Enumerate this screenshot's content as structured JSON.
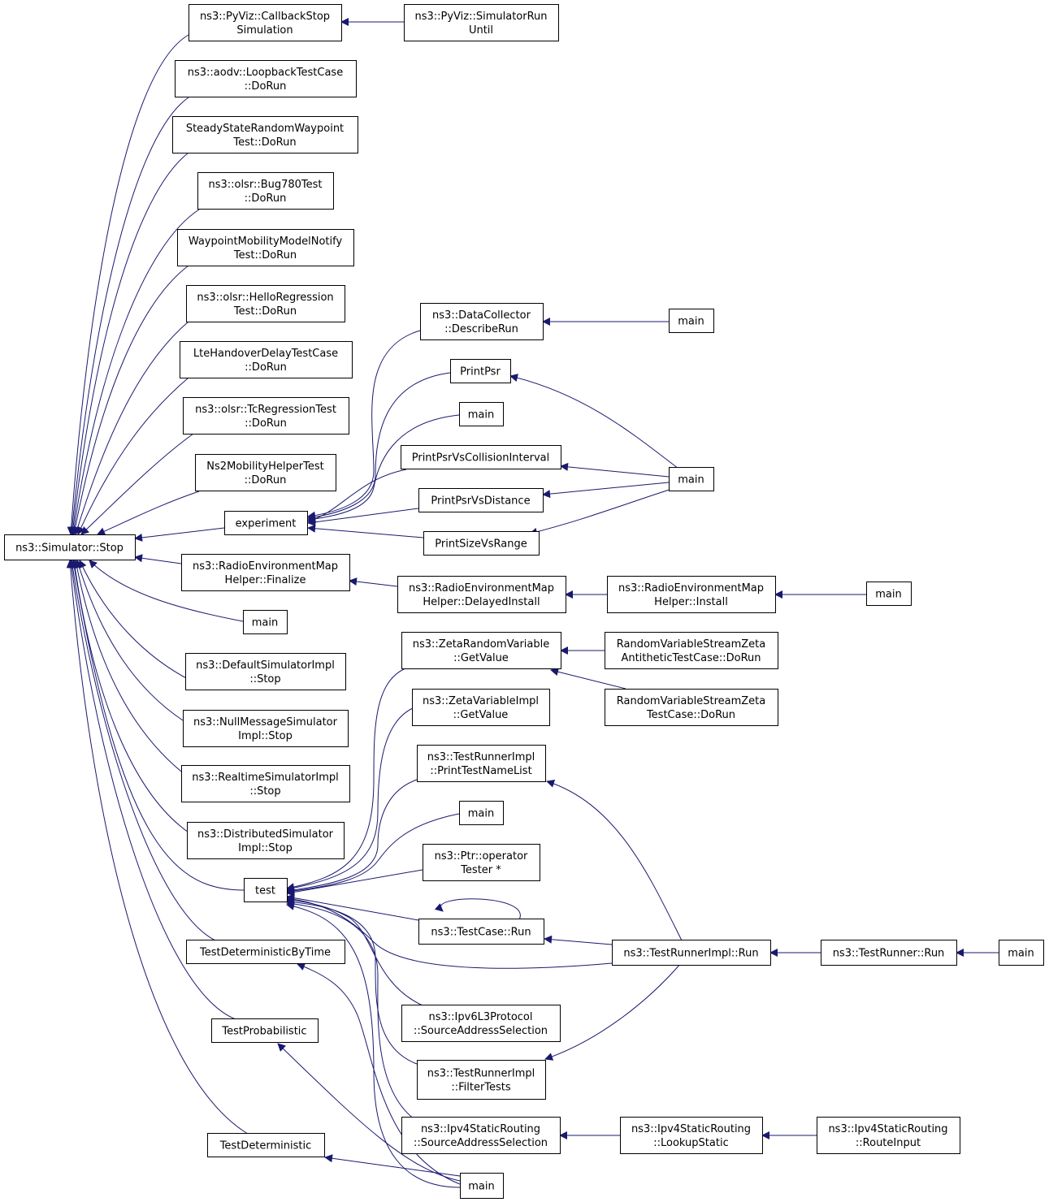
{
  "colors": {
    "edge": "#191970",
    "root_fill": "#bfbfbf",
    "node_fill": "#ffffff",
    "node_border": "#000000",
    "highlight_border": "#ff0000"
  },
  "nodes": {
    "n_stop": {
      "lines": [
        "ns3::Simulator::Stop"
      ],
      "root": true
    },
    "n_cbstop": {
      "lines": [
        "ns3::PyViz::CallbackStop",
        "Simulation"
      ]
    },
    "n_simrun": {
      "lines": [
        "ns3::PyViz::SimulatorRun",
        "Until"
      ]
    },
    "n_aodv": {
      "lines": [
        "ns3::aodv::LoopbackTestCase",
        "::DoRun"
      ]
    },
    "n_steady": {
      "lines": [
        "SteadyStateRandomWaypoint",
        "Test::DoRun"
      ]
    },
    "n_bug780": {
      "lines": [
        "ns3::olsr::Bug780Test",
        "::DoRun"
      ]
    },
    "n_waypoint": {
      "lines": [
        "WaypointMobilityModelNotify",
        "Test::DoRun"
      ]
    },
    "n_hello": {
      "lines": [
        "ns3::olsr::HelloRegression",
        "Test::DoRun"
      ]
    },
    "n_lteho": {
      "lines": [
        "LteHandoverDelayTestCase",
        "::DoRun"
      ]
    },
    "n_tcreg": {
      "lines": [
        "ns3::olsr::TcRegressionTest",
        "::DoRun"
      ]
    },
    "n_ns2mob": {
      "lines": [
        "Ns2MobilityHelperTest",
        "::DoRun"
      ]
    },
    "n_experiment": {
      "lines": [
        "experiment"
      ]
    },
    "n_remfinal": {
      "lines": [
        "ns3::RadioEnvironmentMap",
        "Helper::Finalize"
      ]
    },
    "n_main_a": {
      "lines": [
        "main"
      ]
    },
    "n_defsim": {
      "lines": [
        "ns3::DefaultSimulatorImpl",
        "::Stop"
      ]
    },
    "n_nullmsg": {
      "lines": [
        "ns3::NullMessageSimulator",
        "Impl::Stop"
      ]
    },
    "n_realtime": {
      "lines": [
        "ns3::RealtimeSimulatorImpl",
        "::Stop"
      ]
    },
    "n_distrib": {
      "lines": [
        "ns3::DistributedSimulator",
        "Impl::Stop"
      ]
    },
    "n_test": {
      "lines": [
        "test"
      ]
    },
    "n_tdbt": {
      "lines": [
        "TestDeterministicByTime"
      ]
    },
    "n_tprob": {
      "lines": [
        "TestProbabilistic"
      ]
    },
    "n_tdet": {
      "lines": [
        "TestDeterministic"
      ]
    },
    "n_describe": {
      "lines": [
        "ns3::DataCollector",
        "::DescribeRun"
      ]
    },
    "n_main_b": {
      "lines": [
        "main"
      ]
    },
    "n_printpsr": {
      "lines": [
        "PrintPsr"
      ]
    },
    "n_main_c": {
      "lines": [
        "main"
      ]
    },
    "n_psrcoll": {
      "lines": [
        "PrintPsrVsCollisionInterval"
      ]
    },
    "n_main_d": {
      "lines": [
        "main"
      ]
    },
    "n_psrdist": {
      "lines": [
        "PrintPsrVsDistance"
      ]
    },
    "n_sizerange": {
      "lines": [
        "PrintSizeVsRange"
      ]
    },
    "n_remdelay": {
      "lines": [
        "ns3::RadioEnvironmentMap",
        "Helper::DelayedInstall"
      ]
    },
    "n_reminst": {
      "lines": [
        "ns3::RadioEnvironmentMap",
        "Helper::Install"
      ]
    },
    "n_main_e": {
      "lines": [
        "main"
      ]
    },
    "n_zetarv": {
      "lines": [
        "ns3::ZetaRandomVariable",
        "::GetValue"
      ]
    },
    "n_rvsza": {
      "lines": [
        "RandomVariableStreamZeta",
        "AntitheticTestCase::DoRun"
      ]
    },
    "n_rvszt": {
      "lines": [
        "RandomVariableStreamZeta",
        "TestCase::DoRun"
      ]
    },
    "n_zetavi": {
      "lines": [
        "ns3::ZetaVariableImpl",
        "::GetValue"
      ]
    },
    "n_trprint": {
      "lines": [
        "ns3::TestRunnerImpl",
        "::PrintTestNameList"
      ]
    },
    "n_main_f": {
      "lines": [
        "main"
      ]
    },
    "n_ptrop": {
      "lines": [
        "ns3::Ptr::operator",
        "Tester *"
      ]
    },
    "n_tcrun": {
      "lines": [
        "ns3::TestCase::Run"
      ]
    },
    "n_trirun": {
      "lines": [
        "ns3::TestRunnerImpl::Run"
      ]
    },
    "n_trrun": {
      "lines": [
        "ns3::TestRunner::Run"
      ]
    },
    "n_main_g": {
      "lines": [
        "main"
      ]
    },
    "n_ipv6src": {
      "lines": [
        "ns3::Ipv6L3Protocol",
        "::SourceAddressSelection"
      ]
    },
    "n_trfilter": {
      "lines": [
        "ns3::TestRunnerImpl",
        "::FilterTests"
      ]
    },
    "n_ipv4src": {
      "lines": [
        "ns3::Ipv4StaticRouting",
        "::SourceAddressSelection"
      ]
    },
    "n_lookup": {
      "lines": [
        "ns3::Ipv4StaticRouting",
        "::LookupStatic"
      ],
      "highlight": true
    },
    "n_routeinput": {
      "lines": [
        "ns3::Ipv4StaticRouting",
        "::RouteInput"
      ]
    },
    "n_main_h": {
      "lines": [
        "main"
      ]
    }
  }
}
